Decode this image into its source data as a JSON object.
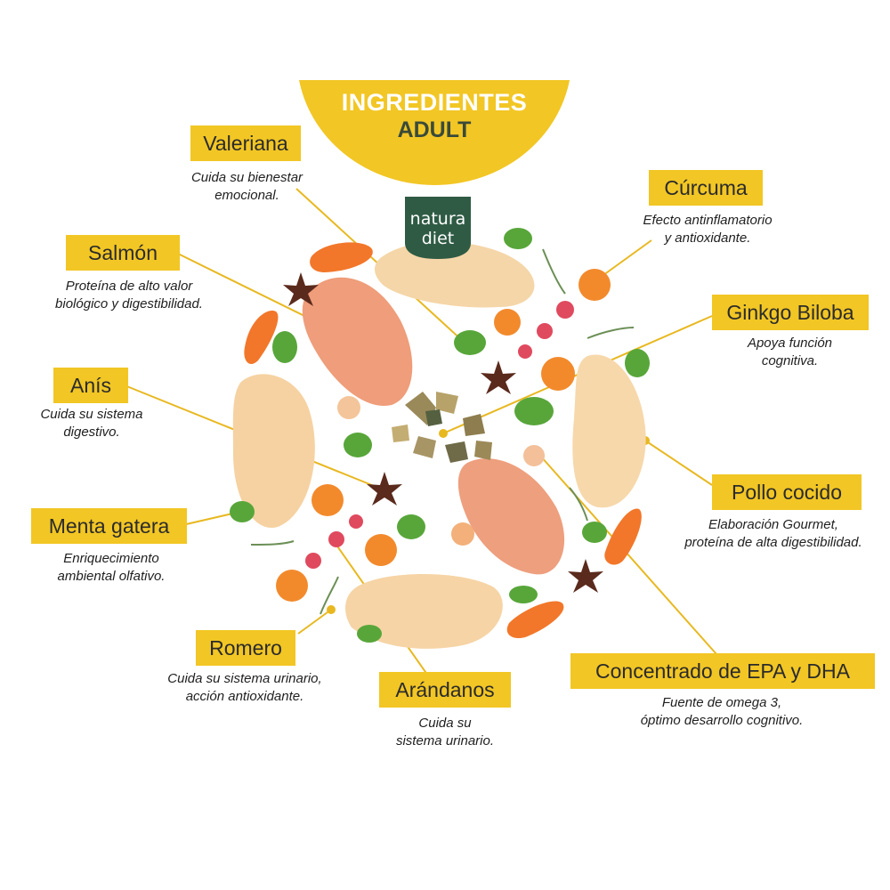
{
  "header": {
    "title": "INGREDIENTES",
    "subtitle": "ADULT"
  },
  "brand": {
    "line1": "natura",
    "line2": "diet",
    "color": "#2f5b44"
  },
  "colors": {
    "accent": "#f2c624",
    "leader": "#e8b820"
  },
  "ingredients": [
    {
      "name": "Valeriana",
      "desc": "Cuida su bienestar\nemocional."
    },
    {
      "name": "Cúrcuma",
      "desc": "Efecto antinflamatorio\ny antioxidante."
    },
    {
      "name": "Salmón",
      "desc": "Proteína de alto valor\nbiológico y digestibilidad."
    },
    {
      "name": "Ginkgo Biloba",
      "desc": "Apoya función\ncognitiva."
    },
    {
      "name": "Anís",
      "desc": "Cuida su sistema\ndigestivo."
    },
    {
      "name": "Pollo cocido",
      "desc": "Elaboración Gourmet,\nproteína de alta digestibilidad."
    },
    {
      "name": "Menta gatera",
      "desc": "Enriquecimiento\nambiental olfativo."
    },
    {
      "name": "Romero",
      "desc": "Cuida su sistema urinario,\nacción antioxidante."
    },
    {
      "name": "Arándanos",
      "desc": "Cuida su\nsistema urinario."
    },
    {
      "name": "Concentrado de EPA y DHA",
      "desc": "Fuente de omega 3,\nóptimo desarrollo cognitivo."
    }
  ]
}
